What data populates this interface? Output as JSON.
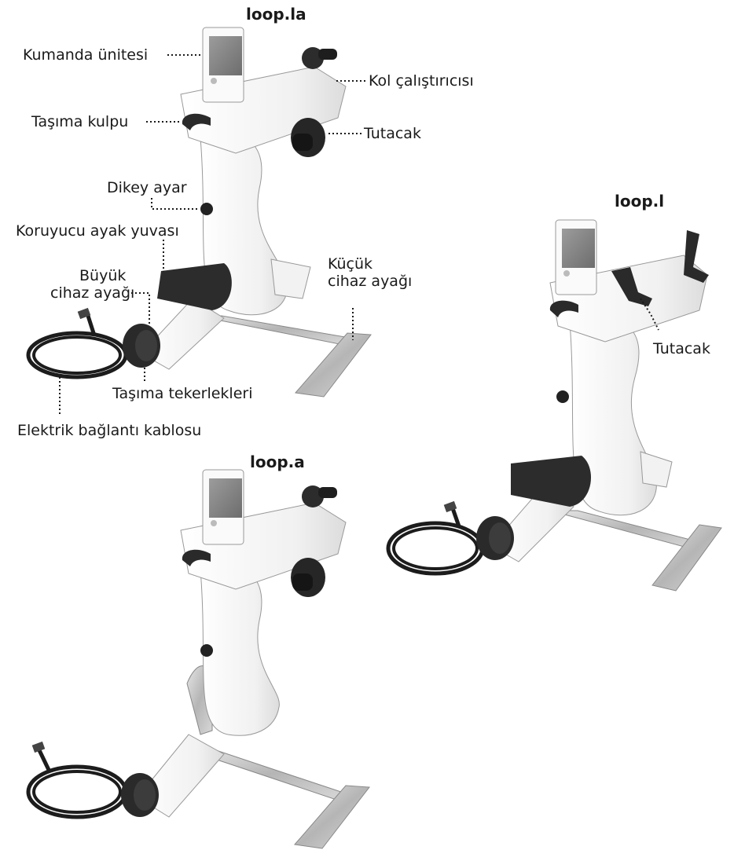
{
  "titles": {
    "loop_la": "loop.la",
    "loop_l": "loop.l",
    "loop_a": "loop.a"
  },
  "labels": {
    "control_unit": "Kumanda ünitesi",
    "arm_trainer": "Kol çalıştırıcısı",
    "carry_handle": "Taşıma kulpu",
    "handle_la": "Tutacak",
    "vertical_adjust": "Dikey ayar",
    "foot_protector": "Koruyucu ayak yuvası",
    "large_foot_line1": "Büyük",
    "large_foot_line2": "cihaz ayağı",
    "small_foot_line1": "Küçük",
    "small_foot_line2": "cihaz ayağı",
    "transport_wheels": "Taşıma tekerlekleri",
    "power_cable": "Elektrik bağlantı kablosu",
    "handle_l": "Tutacak"
  },
  "colors": {
    "body": "#f4f4f4",
    "outline": "#9a9a9a",
    "dark": "#2a2a2a",
    "metal": "#b8b8b8",
    "leader": "#1a1a1a"
  }
}
